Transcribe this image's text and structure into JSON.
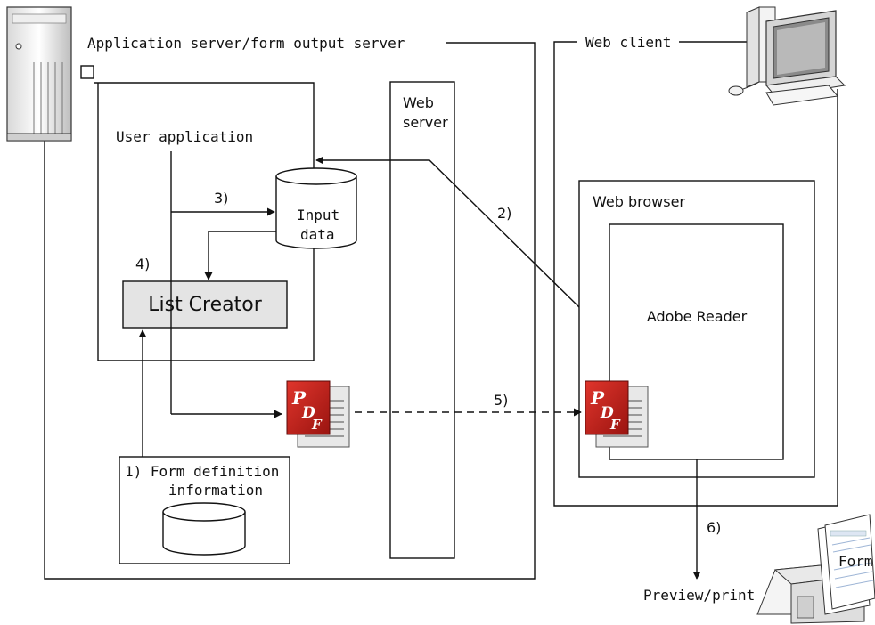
{
  "labels": {
    "app_server": "Application server/form output server",
    "web_client": "Web client",
    "user_application": "User application",
    "web_server_line1": "Web",
    "web_server_line2": "server",
    "web_browser": "Web browser",
    "adobe_reader": "Adobe Reader",
    "input_data_line1": "Input",
    "input_data_line2": "data",
    "list_creator": "List Creator",
    "form_def_line1": "1) Form definition",
    "form_def_line2": "information",
    "preview_print": "Preview/print",
    "form_paper": "Form"
  },
  "steps": {
    "s2": "2)",
    "s3": "3)",
    "s4": "4)",
    "s5": "5)",
    "s6": "6)"
  },
  "icons": {
    "server": "server-tower-icon",
    "client": "desktop-computer-icon",
    "pdf": "pdf-document-icon",
    "printer": "printer-icon"
  },
  "colors": {
    "line": "#111111",
    "list_creator_fill": "#e4e4e4",
    "pdf_red": "#c8201c"
  }
}
